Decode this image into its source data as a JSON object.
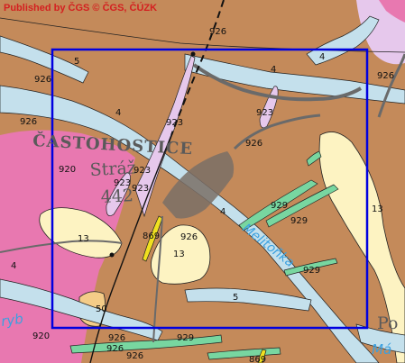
{
  "credit": {
    "published_by": "Published by ČGS",
    "copyright": "© ČGS, ČÚZK"
  },
  "colors": {
    "background_unit": "#c48a5a",
    "pink_unit": "#e878b0",
    "lilac_unit": "#e6c8ec",
    "cream_unit": "#fdf3c2",
    "peach_unit": "#f4cc88",
    "green_unit": "#78d6a0",
    "yellow_unit": "#f0e020",
    "alluvium": "#c4e0ec",
    "roads": "#6a6a6a",
    "frame": "#0000e0",
    "credit_text": "#d42020",
    "water_text": "#3aa0e0"
  },
  "map": {
    "place_names": [
      "ČASTOHOSTICE",
      "Stráž",
      "442",
      "Po",
      "Má",
      "ryb"
    ],
    "stream_label": "Melitoňka",
    "unit_labels": [
      "926",
      "926",
      "926",
      "920",
      "920",
      "926",
      "926",
      "926",
      "926",
      "5",
      "5",
      "4",
      "4",
      "4",
      "4",
      "4",
      "923",
      "923",
      "923",
      "923",
      "923",
      "929",
      "929",
      "929",
      "13",
      "13",
      "13",
      "50",
      "869",
      "869",
      "926",
      "929",
      "926"
    ]
  }
}
